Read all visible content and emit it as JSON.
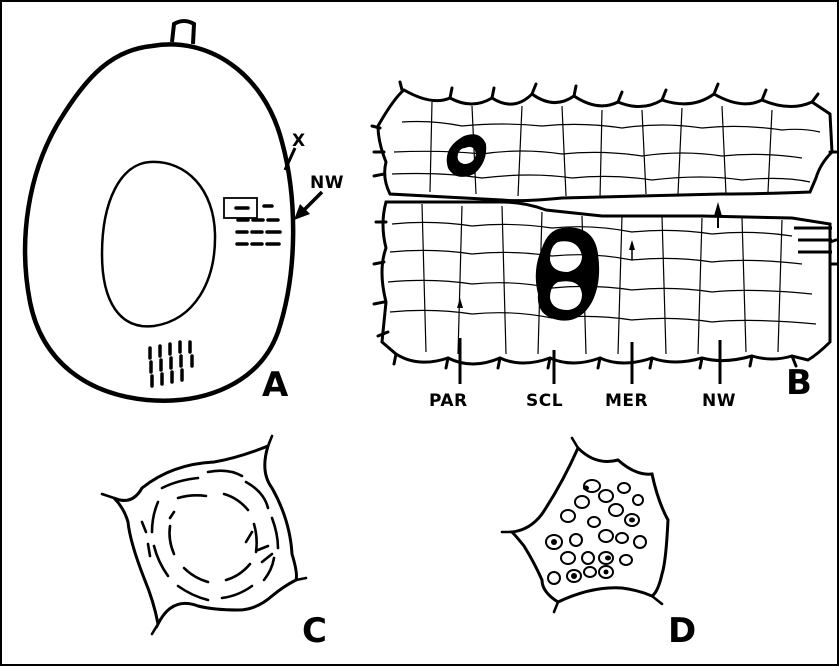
{
  "panels": {
    "A": {
      "letter": "A",
      "labels": {
        "x": "X",
        "nw": "NW"
      }
    },
    "B": {
      "letter": "B",
      "labels": {
        "par": "PAR",
        "scl": "SCL",
        "mer": "MER",
        "nw": "NW"
      }
    },
    "C": {
      "letter": "C"
    },
    "D": {
      "letter": "D"
    }
  },
  "colors": {
    "ink": "#000000",
    "paper": "#ffffff"
  }
}
